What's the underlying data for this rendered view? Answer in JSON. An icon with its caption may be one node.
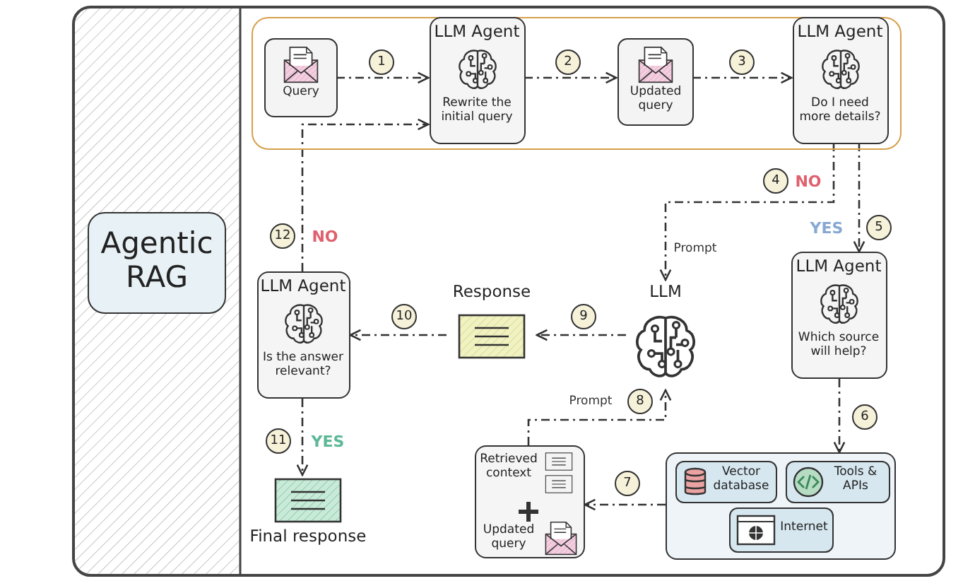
{
  "diagram": {
    "nodes": [
      {
        "text": [
          "Agentic RAG"
        ]
      },
      {
        "text": [],
        "shape": "box"
      },
      {
        "text": [
          "Query"
        ],
        "in": 1
      },
      {
        "text": [
          "LLM Agent",
          "Rewrite the initial query"
        ],
        "in": 1
      },
      {
        "text": [
          "Updated query"
        ],
        "in": 1
      },
      {
        "text": [
          "LLM Agent",
          "Do I need more details?"
        ],
        "in": 1
      },
      {
        "text": [
          "LLM Agent",
          "Which source will help?"
        ]
      },
      {
        "text": [],
        "shape": "box"
      },
      {
        "text": [
          "Vector database"
        ],
        "in": 7
      },
      {
        "text": [
          "Tools & APIs"
        ],
        "in": 7
      },
      {
        "text": [
          "Internet"
        ],
        "in": 7
      },
      {
        "text": [
          "Retrieved context",
          "Updated query"
        ]
      },
      {
        "text": [
          "LLM"
        ]
      },
      {
        "text": [
          "Response"
        ]
      },
      {
        "text": [
          "LLM Agent",
          "Is the answer relevant?"
        ]
      },
      {
        "text": [
          "Final response"
        ]
      }
    ],
    "edges": [
      {
        "from": 2,
        "to": 3,
        "arrow": "to",
        "label": "1"
      },
      {
        "from": 3,
        "to": 4,
        "arrow": "to",
        "label": "2"
      },
      {
        "from": 4,
        "to": 5,
        "arrow": "to",
        "label": "3"
      },
      {
        "from": 5,
        "to": 12,
        "arrow": "to",
        "label": "4"
      },
      {
        "from": 5,
        "to": 6,
        "arrow": "to",
        "label": "5"
      },
      {
        "from": 6,
        "to": 7,
        "arrow": "to",
        "label": "6"
      },
      {
        "from": 7,
        "to": 11,
        "arrow": "to",
        "label": "7"
      },
      {
        "from": 11,
        "to": 12,
        "arrow": "to",
        "label": "8"
      },
      {
        "from": 12,
        "to": 13,
        "arrow": "to",
        "label": "9"
      },
      {
        "from": 13,
        "to": 14,
        "arrow": "to",
        "label": "10"
      },
      {
        "from": 14,
        "to": 15,
        "arrow": "to",
        "label": "11"
      },
      {
        "from": 14,
        "to": 3,
        "arrow": "to",
        "label": "12"
      }
    ],
    "labels": [
      "NO",
      "YES",
      "NO",
      "Prompt",
      "Prompt",
      "YES"
    ]
  }
}
